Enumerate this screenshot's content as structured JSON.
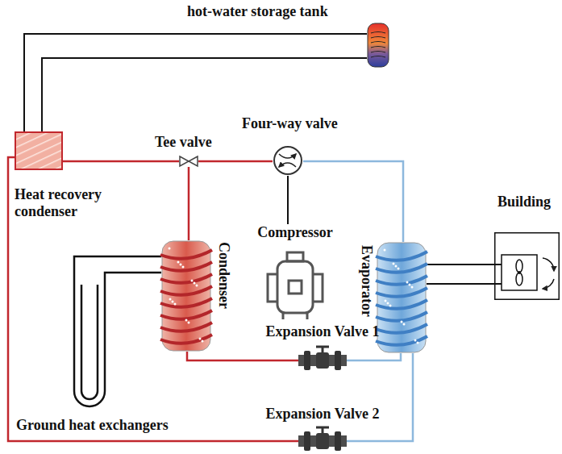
{
  "diagram": {
    "nodes": [
      {
        "text": [
          "hot-water storage tank"
        ]
      },
      {
        "text": [
          "Four-way valve"
        ]
      },
      {
        "text": [
          "Tee valve"
        ]
      },
      {
        "text": [
          "Heat recovery condenser"
        ]
      },
      {
        "text": [
          "Condenser"
        ]
      },
      {
        "text": [
          "Compressor"
        ]
      },
      {
        "text": [
          "Evaporator"
        ]
      },
      {
        "text": [
          "Building"
        ]
      },
      {
        "text": [
          "Expansion Valve 1"
        ]
      },
      {
        "text": [
          "Expansion Valve 2"
        ]
      },
      {
        "text": [
          "Ground heat exchangers"
        ]
      }
    ],
    "edges": [
      {
        "from": 0,
        "to": 3,
        "arrow": "none"
      },
      {
        "from": 0,
        "to": 3,
        "arrow": "none"
      },
      {
        "from": 3,
        "to": 2,
        "arrow": "none"
      },
      {
        "from": 2,
        "to": 1,
        "arrow": "none"
      },
      {
        "from": 2,
        "to": 4,
        "arrow": "none"
      },
      {
        "from": 1,
        "to": 5,
        "arrow": "none"
      },
      {
        "from": 1,
        "to": 6,
        "arrow": "none"
      },
      {
        "from": 4,
        "to": 8,
        "arrow": "none"
      },
      {
        "from": 8,
        "to": 6,
        "arrow": "none"
      },
      {
        "from": 3,
        "to": 9,
        "arrow": "none"
      },
      {
        "from": 9,
        "to": 6,
        "arrow": "none"
      },
      {
        "from": 4,
        "to": 10,
        "arrow": "none"
      },
      {
        "from": 4,
        "to": 10,
        "arrow": "none"
      },
      {
        "from": 6,
        "to": 7,
        "arrow": "none"
      },
      {
        "from": 6,
        "to": 7,
        "arrow": "none"
      }
    ]
  }
}
